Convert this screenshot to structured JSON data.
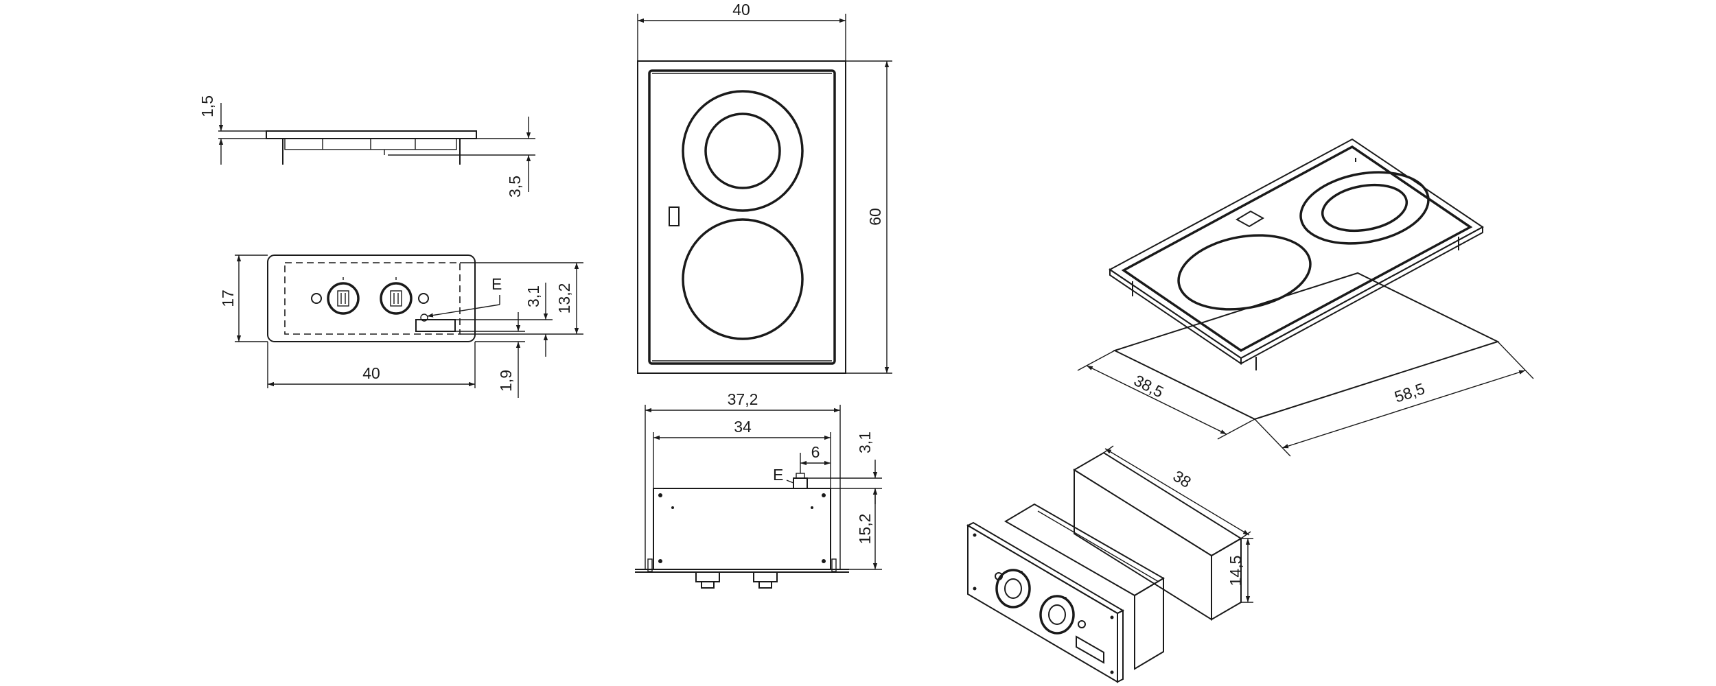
{
  "colors": {
    "line": "#1a1a1a",
    "background": "#ffffff"
  },
  "dimensions": {
    "side_thickness": "1,5",
    "side_leg": "3,5",
    "front_height": "17",
    "front_width": "40",
    "front_inner_h": "13,2",
    "front_e_h": "3,1",
    "front_bottom": "1,9",
    "front_e_label": "E",
    "top_width": "40",
    "top_height": "60",
    "box_outer_width": "37,2",
    "box_width": "34",
    "box_e_offset": "6",
    "box_e_label": "E",
    "box_top_gap": "3,1",
    "box_height": "15,2",
    "cutout_width": "38,5",
    "cutout_length": "58,5",
    "box_depth": "38",
    "box_height_iso": "14,5"
  }
}
